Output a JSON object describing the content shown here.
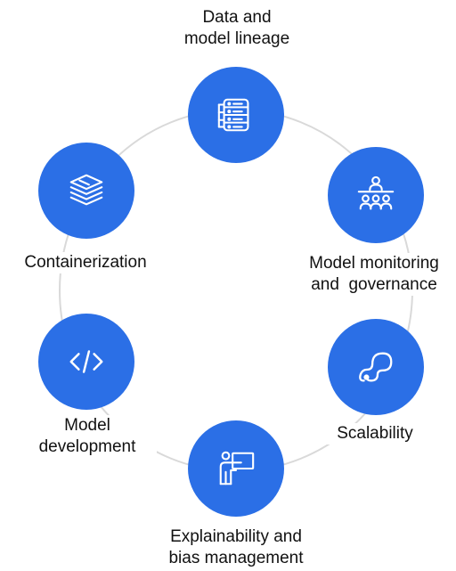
{
  "accent_color": "#2b6fe6",
  "ring_color": "#d9d9d9",
  "nodes": [
    {
      "id": "data-lineage",
      "icon": "database-server-icon",
      "label": [
        "Data and",
        "model lineage"
      ]
    },
    {
      "id": "model-monitoring",
      "icon": "presenter-audience-icon",
      "label": [
        "Model monitoring",
        "and  governance"
      ]
    },
    {
      "id": "scalability",
      "icon": "infinity-loop-icon",
      "label": [
        "Scalability"
      ]
    },
    {
      "id": "explainability",
      "icon": "teacher-board-icon",
      "label": [
        "Explainability and",
        "bias management"
      ]
    },
    {
      "id": "model-development",
      "icon": "code-brackets-icon",
      "label": [
        "Model",
        "development"
      ]
    },
    {
      "id": "containerization",
      "icon": "layers-stack-icon",
      "label": [
        "Containerization"
      ]
    }
  ]
}
